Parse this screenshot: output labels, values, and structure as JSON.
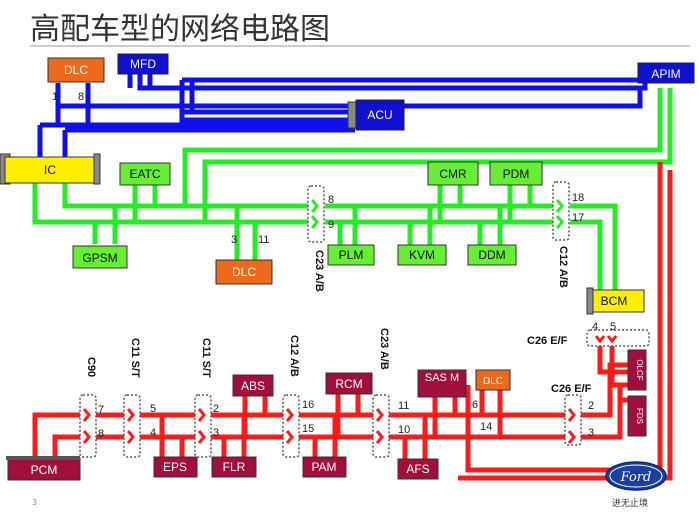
{
  "title": "高配车型的网络电路图",
  "page_number": "3",
  "logo": {
    "brand": "Ford",
    "tagline": "进无止境"
  },
  "colors": {
    "ms_can": "#1010ee",
    "hs_can_green": "#22ee22",
    "hs_can_red": "#ff1a1a",
    "dlc": "#ee6a1a",
    "ic": "#ffee00",
    "red_module": "#a10f3c",
    "green_module": "#66ee33",
    "blue_module": "#1010d0"
  },
  "modules": {
    "dlc_top": "DLC",
    "mfd": "MFD",
    "apim": "APIM",
    "acu": "ACU",
    "ic": "IC",
    "eatc": "EATC",
    "cmr": "CMR",
    "pdm": "PDM",
    "gpsm": "GPSM",
    "dlc_mid": "DLC",
    "plm": "PLM",
    "kvm": "KVM",
    "ddm": "DDM",
    "bcm": "BCM",
    "abs": "ABS",
    "rcm": "RCM",
    "sasm": "SAS M",
    "dlc_bot": "DLC",
    "pcm": "PCM",
    "eps": "EPS",
    "flr": "FLR",
    "pam": "PAM",
    "afs": "AFS",
    "olcf": "OLCF",
    "fds": "FDS"
  },
  "pins": {
    "dlc_top_1": "1",
    "dlc_top_8": "8",
    "dlc_mid_3": "3",
    "dlc_mid_11": "11",
    "c23_top_8": "8",
    "c23_top_9": "9",
    "c12_top_18": "18",
    "c12_top_17": "17",
    "bcm_4": "4",
    "bcm_5": "5",
    "c90_7": "7",
    "c90_8": "8",
    "c11a_5": "5",
    "c11a_4": "4",
    "c11b_2": "2",
    "c11b_3": "3",
    "c12_16": "16",
    "c12_15": "15",
    "c23_11": "11",
    "c23_10": "10",
    "dlc_6": "6",
    "dlc_14": "14",
    "c26_2": "2",
    "c26_3": "3"
  },
  "connectors": {
    "c23_top": "C23 A/B",
    "c12_top": "C12 A/B",
    "c26_top": "C26 E/F",
    "c90": "C90",
    "c11a": "C11 S/T",
    "c11b": "C11 S/T",
    "c12_bot": "C12 A/B",
    "c23_bot": "C23 A/B",
    "c26_bot": "C26 E/F"
  }
}
